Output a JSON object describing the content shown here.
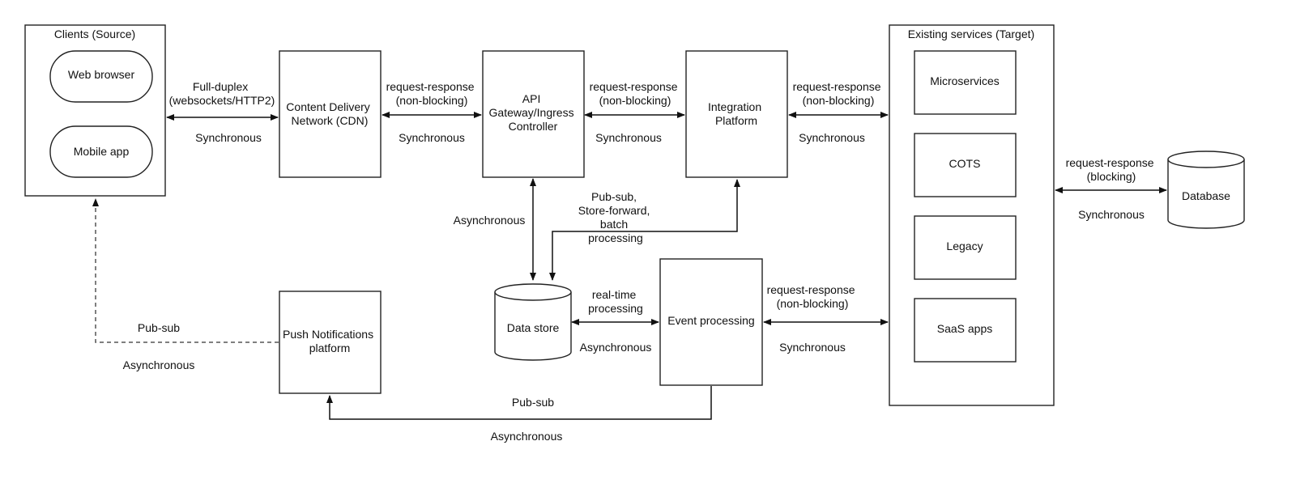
{
  "nodes": {
    "clients": {
      "title": "Clients (Source)",
      "web_browser": "Web browser",
      "mobile_app": "Mobile app"
    },
    "cdn": [
      "Content Delivery",
      "Network (CDN)"
    ],
    "api_gateway": [
      "API",
      "Gateway/Ingress",
      "Controller"
    ],
    "integration_platform": [
      "Integration",
      "Platform"
    ],
    "existing_services": {
      "title": "Existing services (Target)",
      "microservices": "Microservices",
      "cots": "COTS",
      "legacy": "Legacy",
      "saas_apps": "SaaS apps"
    },
    "database": "Database",
    "data_store": "Data store",
    "event_processing": "Event processing",
    "push_notifications": [
      "Push Notifications",
      "platform"
    ]
  },
  "edges": {
    "clients_cdn": {
      "top": [
        "Full-duplex",
        "(websockets/HTTP2)"
      ],
      "bottom": "Synchronous"
    },
    "cdn_api": {
      "top": [
        "request-response",
        "(non-blocking)"
      ],
      "bottom": "Synchronous"
    },
    "api_integration": {
      "top": [
        "request-response",
        "(non-blocking)"
      ],
      "bottom": "Synchronous"
    },
    "integration_services": {
      "top": [
        "request-response",
        "(non-blocking)"
      ],
      "bottom": "Synchronous"
    },
    "services_database": {
      "top": [
        "request-response",
        "(blocking)"
      ],
      "bottom": "Synchronous"
    },
    "api_datastore": {
      "label": "Asynchronous"
    },
    "integration_datastore": {
      "label": [
        "Pub-sub,",
        "Store-forward,",
        "batch",
        "processing"
      ]
    },
    "datastore_event": {
      "top": [
        "real-time",
        "processing"
      ],
      "bottom": "Asynchronous"
    },
    "event_services": {
      "top": [
        "request-response",
        "(non-blocking)"
      ],
      "bottom": "Synchronous"
    },
    "event_push": {
      "top": "Pub-sub",
      "bottom": "Asynchronous"
    },
    "push_clients": {
      "top": "Pub-sub",
      "bottom": "Asynchronous"
    }
  }
}
